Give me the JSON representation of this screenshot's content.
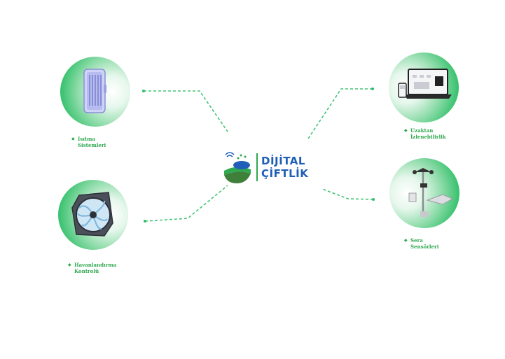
{
  "logo": {
    "line1": "DİJİTAL",
    "line2": "ÇİFTLİK",
    "brand_blue": "#1f5fb8",
    "brand_green": "#2fa84f"
  },
  "nodes": [
    {
      "id": "heating",
      "line1": "Isıtma",
      "line2": "Sistemleri",
      "icon": "heater-icon"
    },
    {
      "id": "ventilation",
      "line1": "Havanlandırma",
      "line2": "Kontrolü",
      "icon": "fan-icon"
    },
    {
      "id": "remote",
      "line1": "Uzaktan",
      "line2": "İzlenebilirlik",
      "icon": "laptop-phone-icon"
    },
    {
      "id": "sensors",
      "line1": "Sera",
      "line2": "Sensörleri",
      "icon": "weather-station-icon"
    }
  ],
  "bullet": "◆",
  "accent": "#2fbf68"
}
